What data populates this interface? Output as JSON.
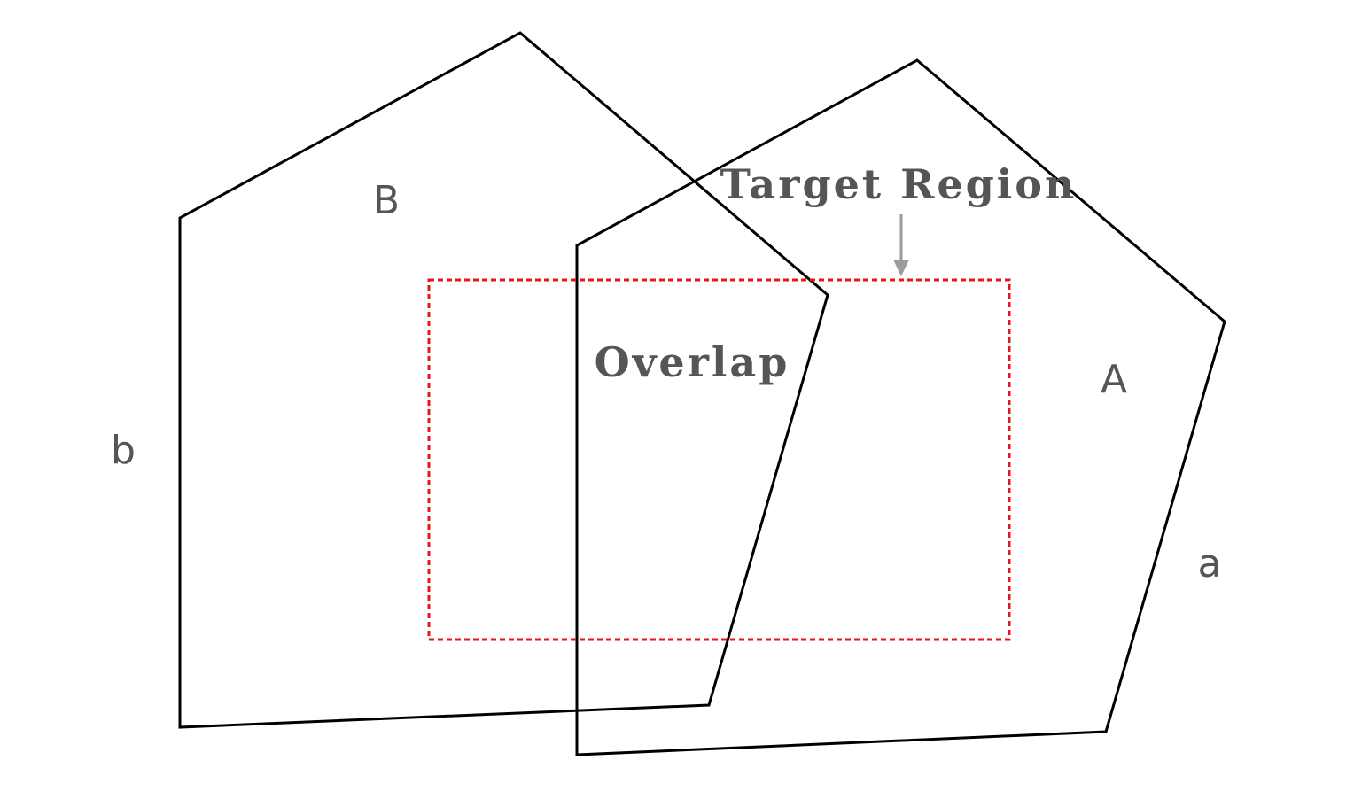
{
  "labels": {
    "shape_b_name": "B",
    "shape_b_side": "b",
    "shape_a_name": "A",
    "shape_a_side": "a",
    "overlap": "Overlap",
    "target": "Target Region"
  },
  "colors": {
    "outline": "#000000",
    "label_text": "#555555",
    "target_box": "#e8141c",
    "arrow": "#9b9b9b",
    "background": "#ffffff"
  }
}
